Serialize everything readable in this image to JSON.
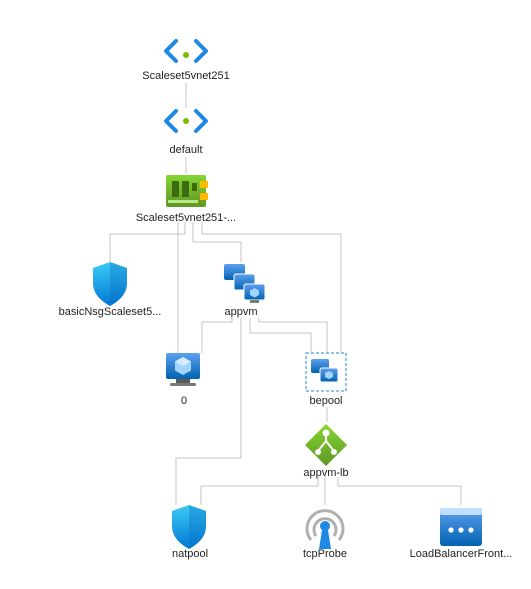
{
  "nodes": {
    "vnet": {
      "label": "Scaleset5vnet251",
      "icon": "virtual-network-icon"
    },
    "subnet": {
      "label": "default",
      "icon": "subnet-icon"
    },
    "nic": {
      "label": "Scaleset5vnet251-...",
      "icon": "network-interface-icon"
    },
    "nsg": {
      "label": "basicNsgScaleset5...",
      "icon": "network-security-group-icon"
    },
    "vmss": {
      "label": "appvm",
      "icon": "vm-scale-set-icon"
    },
    "vm": {
      "label": "0",
      "icon": "virtual-machine-icon"
    },
    "bepool": {
      "label": "bepool",
      "icon": "backend-pool-icon"
    },
    "lb": {
      "label": "appvm-lb",
      "icon": "load-balancer-icon"
    },
    "natpool": {
      "label": "natpool",
      "icon": "nat-pool-icon"
    },
    "probe": {
      "label": "tcpProbe",
      "icon": "health-probe-icon"
    },
    "frontend": {
      "label": "LoadBalancerFront...",
      "icon": "frontend-ip-config-icon"
    }
  },
  "colors": {
    "edge": "#c4c4c4",
    "azure_blue": "#1e88e5",
    "vnet_green": "#7fba00",
    "label": "#1f1f1f"
  }
}
